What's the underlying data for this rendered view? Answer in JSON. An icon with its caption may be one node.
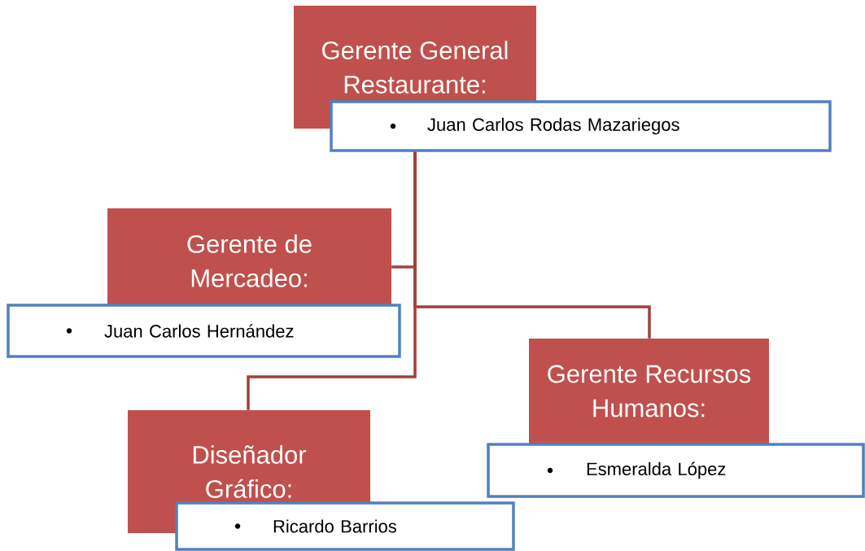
{
  "diagram": {
    "nodes": [
      {
        "text": [
          "Gerente General Restaurante:"
        ]
      },
      {
        "text": [
          "Juan Carlos Rodas Mazariegos"
        ]
      },
      {
        "text": [
          "Gerente de Mercadeo:"
        ]
      },
      {
        "text": [
          "Juan Carlos Hernández"
        ]
      },
      {
        "text": [
          "Gerente Recursos Humanos:"
        ]
      },
      {
        "text": [
          "Esmeralda López"
        ]
      },
      {
        "text": [
          "Diseñador Gráfico:"
        ]
      },
      {
        "text": [
          "Ricardo Barrios"
        ]
      }
    ],
    "edges": [
      {
        "from": 1,
        "to": 2,
        "arrow": "none"
      },
      {
        "from": 1,
        "to": 4,
        "arrow": "none"
      },
      {
        "from": 1,
        "to": 6,
        "arrow": "none"
      }
    ]
  }
}
